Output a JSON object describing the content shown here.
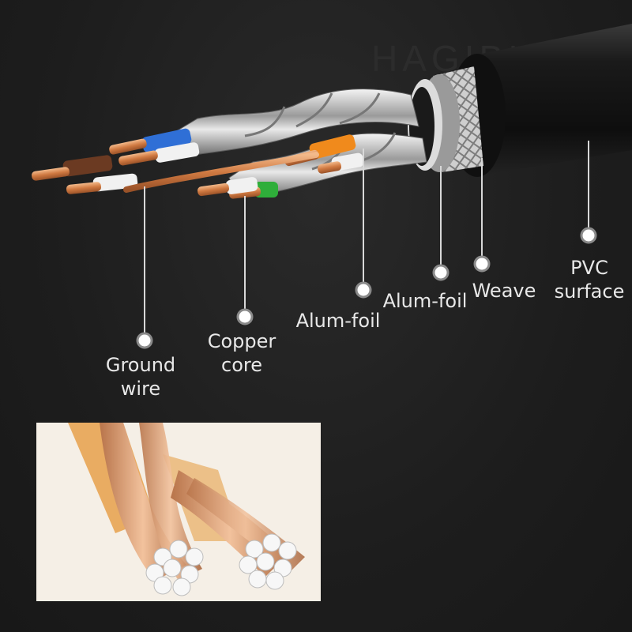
{
  "watermark": "HAGIBIS",
  "callouts": {
    "ground_wire": "Ground\nwire",
    "copper_core": "Copper\ncore",
    "alum_foil_inner": "Alum-foil",
    "alum_foil_outer": "Alum-foil",
    "weave": "Weave",
    "pvc_surface": "PVC\nsurface"
  },
  "colors": {
    "background": "#1e1e1e",
    "label_text": "#e8e8e8",
    "copper": "#d98a56",
    "pair_blue": "#2f6fd6",
    "pair_brown": "#6b3a22",
    "pair_orange": "#f08a1c",
    "pair_green": "#2fae3a",
    "jacket": "#141414"
  }
}
